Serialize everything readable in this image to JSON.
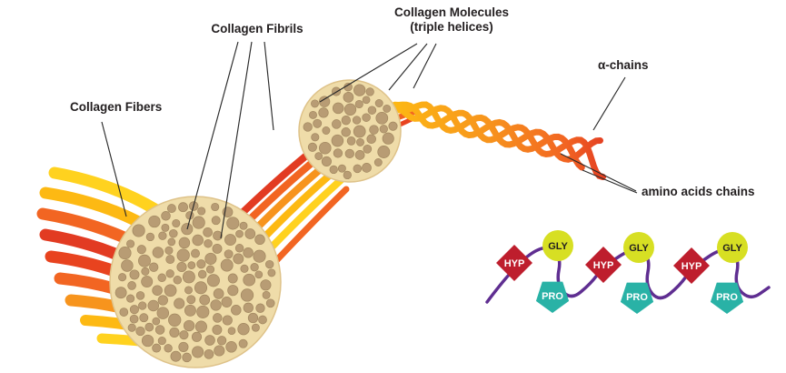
{
  "labels": {
    "collagen_fibers": "Collagen Fibers",
    "collagen_fibrils": "Collagen Fibrils",
    "collagen_molecules_line1": "Collagen Molecules",
    "collagen_molecules_line2": "(triple helices)",
    "alpha_chains": "α-chains",
    "amino_acids_chains": "amino acids chains"
  },
  "amino_acid_chain": {
    "units": [
      {
        "code": "HYP",
        "shape": "diamond"
      },
      {
        "code": "GLY",
        "shape": "circle"
      },
      {
        "code": "PRO",
        "shape": "pentagon"
      },
      {
        "code": "HYP",
        "shape": "diamond"
      },
      {
        "code": "GLY",
        "shape": "circle"
      },
      {
        "code": "PRO",
        "shape": "pentagon"
      },
      {
        "code": "HYP",
        "shape": "diamond"
      },
      {
        "code": "GLY",
        "shape": "circle"
      },
      {
        "code": "PRO",
        "shape": "pentagon"
      }
    ]
  },
  "colors": {
    "hyp_diamond": "#be1e2d",
    "gly_circle": "#d7df23",
    "pro_pentagon": "#29b2a6",
    "chain_line": "#5f2e91",
    "fiber_yellow": "#ffd21f",
    "fiber_gold": "#fdb913",
    "fiber_orange": "#f7941d",
    "fiber_deep_orange": "#f26522",
    "fiber_red": "#e23b22",
    "cross_section_fill": "#efdca9",
    "cross_section_dots": "#b89c74",
    "label_text": "#231f20"
  }
}
